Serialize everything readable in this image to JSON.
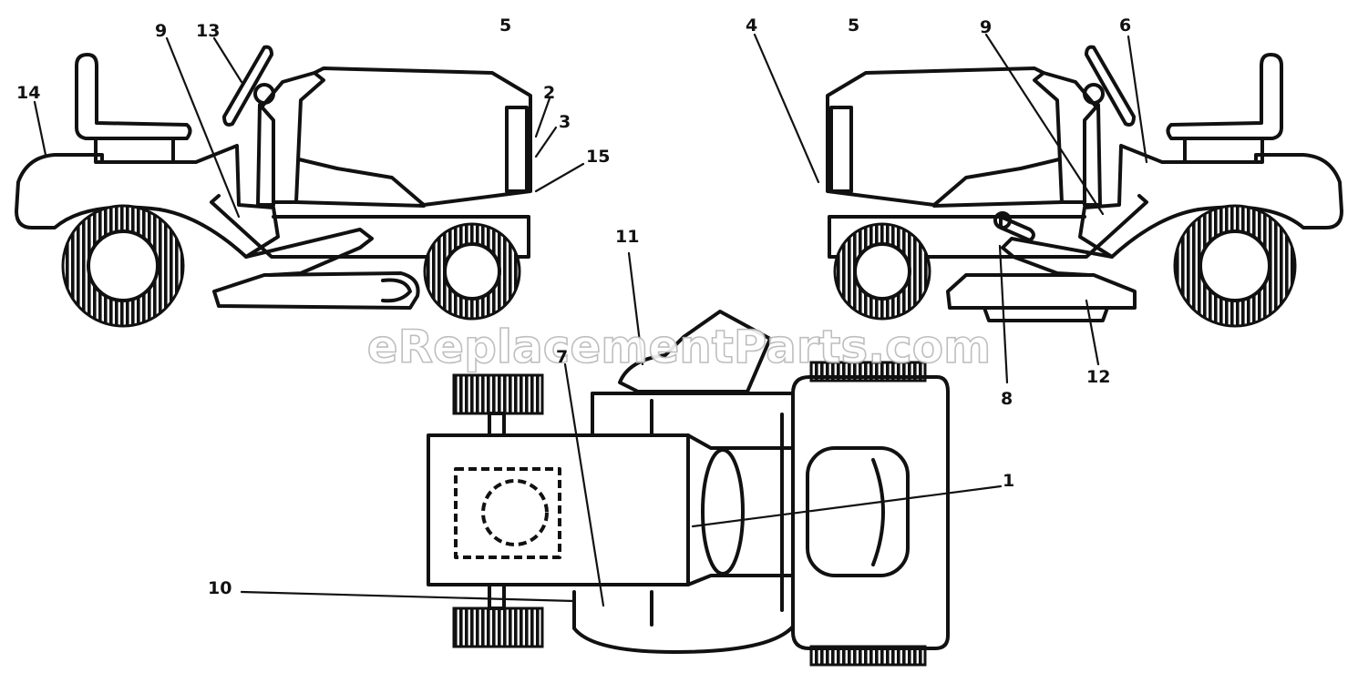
{
  "watermark": "eReplacementParts.com",
  "callouts": {
    "c14": "14",
    "c9a": "9",
    "c13": "13",
    "c5a": "5",
    "c2": "2",
    "c3": "3",
    "c15": "15",
    "c4": "4",
    "c5b": "5",
    "c9b": "9",
    "c6": "6",
    "c11": "11",
    "c8": "8",
    "c12": "12",
    "c7": "7",
    "c1": "1",
    "c10": "10"
  },
  "colors": {
    "line": "#111111",
    "background": "#ffffff",
    "watermark_outline": "#b8b8b8"
  }
}
